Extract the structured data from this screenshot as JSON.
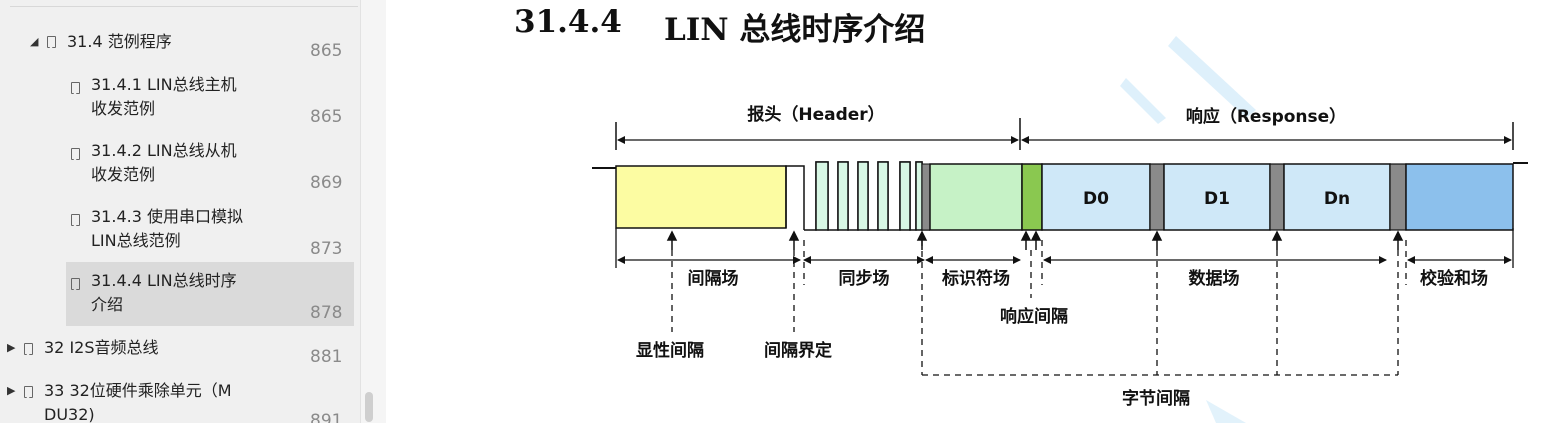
{
  "sidebar": {
    "items": [
      {
        "label": "31.4 范例程序",
        "page": "865",
        "expanded": true
      },
      {
        "label": "31.4.1 LIN总线主机\n收发范例",
        "page": "865"
      },
      {
        "label": "31.4.2 LIN总线从机\n收发范例",
        "page": "869"
      },
      {
        "label": "31.4.3 使用串口模拟\nLIN总线范例",
        "page": "873"
      },
      {
        "label": "31.4.4 LIN总线时序\n介绍",
        "page": "878",
        "selected": true
      },
      {
        "label": "32 I2S音频总线",
        "page": "881",
        "expanded": false
      },
      {
        "label": "33 32位硬件乘除单元（M\nDU32)",
        "page": "891",
        "expanded": false
      }
    ]
  },
  "document": {
    "section_number": "31.4.4",
    "section_title": "LIN 总线时序介绍",
    "diagram": {
      "header_label": "报头（Header）",
      "response_label": "响应（Response）",
      "fields": {
        "break": "间隔场",
        "sync": "同步场",
        "identifier": "标识符场",
        "data": "数据场",
        "checksum": "校验和场"
      },
      "data_bytes": [
        "D0",
        "D1",
        "Dn"
      ],
      "annotations": {
        "dominant": "显性间隔",
        "break_delimiter": "间隔界定",
        "response_space": "响应间隔",
        "interbyte_space": "字节间隔"
      }
    }
  },
  "colors": {
    "break_fill": "#fcfca2",
    "id_fill": "#c6f2c6",
    "byte_fill": "#cfe8f8",
    "checksum_fill": "#8cc0ec",
    "sep_fill": "#8a8a8a",
    "resp_sep_fill": "#8ac850",
    "selected_bg": "#dadada"
  }
}
